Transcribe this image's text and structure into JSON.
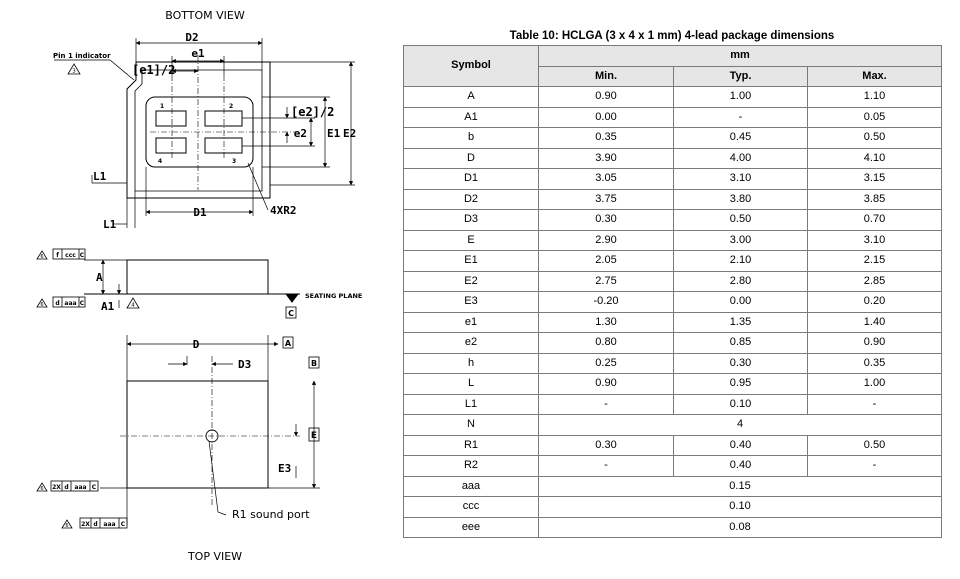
{
  "drawing": {
    "bottom_view_label": "BOTTOM VIEW",
    "top_view_label": "TOP VIEW",
    "pin1_label": "Pin 1 indicator",
    "d2": "D2",
    "e1": "e1",
    "e1_half": "[e1]/2",
    "e2_half": "[e2]/2",
    "e2": "e2",
    "E1": "E1",
    "E2": "E2",
    "L1": "L1",
    "D1": "D1",
    "r2": "4XR2",
    "pad_numbers": [
      "1",
      "2",
      "4",
      "3"
    ],
    "A": "A",
    "A1": "A1",
    "seating_plane": "SEATING PLANE",
    "datum_c": "C",
    "ccc_fcf": [
      "f",
      "ccc",
      "C"
    ],
    "aaa_fcf_side": [
      "d",
      "aaa",
      "C"
    ],
    "D": "D",
    "D3": "D3",
    "datum_a": "A",
    "datum_b": "B",
    "E": "E",
    "E3": "E3",
    "aaa_fcf_top": [
      "2X",
      "d",
      "aaa",
      "C"
    ],
    "sound_port": "R1 sound port",
    "note_numbers": [
      "3",
      "6",
      "6",
      "6",
      "6",
      "4"
    ]
  },
  "table": {
    "title": "Table 10: HCLGA (3 x 4 x 1 mm) 4-lead package dimensions",
    "symbol_header": "Symbol",
    "unit_header": "mm",
    "sub_headers": [
      "Min.",
      "Typ.",
      "Max."
    ],
    "rows": [
      {
        "symbol": "A",
        "min": "0.90",
        "typ": "1.00",
        "max": "1.10"
      },
      {
        "symbol": "A1",
        "min": "0.00",
        "typ": "-",
        "max": "0.05"
      },
      {
        "symbol": "b",
        "min": "0.35",
        "typ": "0.45",
        "max": "0.50"
      },
      {
        "symbol": "D",
        "min": "3.90",
        "typ": "4.00",
        "max": "4.10"
      },
      {
        "symbol": "D1",
        "min": "3.05",
        "typ": "3.10",
        "max": "3.15"
      },
      {
        "symbol": "D2",
        "min": "3.75",
        "typ": "3.80",
        "max": "3.85"
      },
      {
        "symbol": "D3",
        "min": "0.30",
        "typ": "0.50",
        "max": "0.70"
      },
      {
        "symbol": "E",
        "min": "2.90",
        "typ": "3.00",
        "max": "3.10"
      },
      {
        "symbol": "E1",
        "min": "2.05",
        "typ": "2.10",
        "max": "2.15"
      },
      {
        "symbol": "E2",
        "min": "2.75",
        "typ": "2.80",
        "max": "2.85"
      },
      {
        "symbol": "E3",
        "min": "-0.20",
        "typ": "0.00",
        "max": "0.20"
      },
      {
        "symbol": "e1",
        "min": "1.30",
        "typ": "1.35",
        "max": "1.40"
      },
      {
        "symbol": "e2",
        "min": "0.80",
        "typ": "0.85",
        "max": "0.90"
      },
      {
        "symbol": "h",
        "min": "0.25",
        "typ": "0.30",
        "max": "0.35"
      },
      {
        "symbol": "L",
        "min": "0.90",
        "typ": "0.95",
        "max": "1.00"
      },
      {
        "symbol": "L1",
        "min": "-",
        "typ": "0.10",
        "max": "-"
      },
      {
        "symbol": "N",
        "typ": "4"
      },
      {
        "symbol": "R1",
        "min": "0.30",
        "typ": "0.40",
        "max": "0.50"
      },
      {
        "symbol": "R2",
        "min": "-",
        "typ": "0.40",
        "max": "-"
      },
      {
        "symbol": "aaa",
        "typ": "0.15"
      },
      {
        "symbol": "ccc",
        "typ": "0.10"
      },
      {
        "symbol": "eee",
        "typ": "0.08"
      }
    ]
  }
}
